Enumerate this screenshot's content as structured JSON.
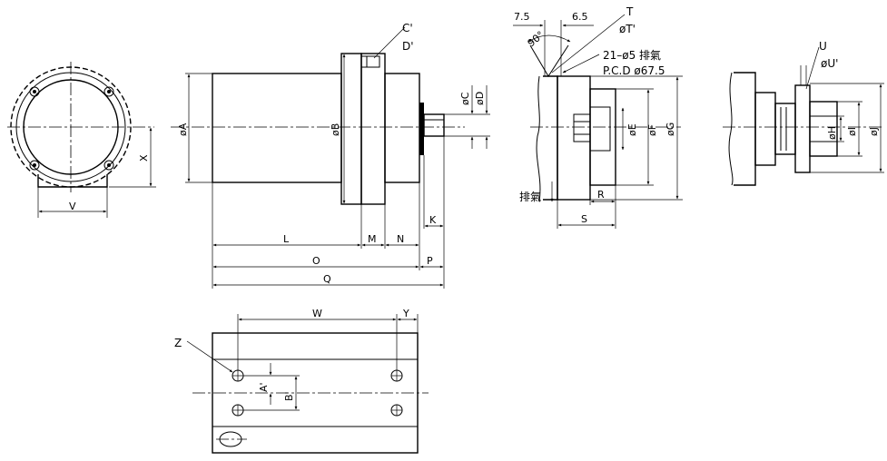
{
  "labels": {
    "V": "V",
    "X": "X",
    "A": "øA",
    "B": "øB",
    "C": "øC",
    "D": "øD",
    "L": "L",
    "M": "M",
    "N": "N",
    "K": "K",
    "P": "P",
    "O": "O",
    "Q": "Q",
    "C_prime": "C'",
    "D_prime": "D'",
    "dim_7_5": "7.5",
    "dim_6_5": "6.5",
    "T": "T",
    "T_prime": "øT'",
    "angle": "90°",
    "holes": "21–ø5 排氣",
    "pcd": "P.C.D  ø67.5",
    "E": "øE",
    "F": "øF",
    "G": "øG",
    "R": "R",
    "S": "S",
    "exhaust": "排氣",
    "U": "U",
    "U_prime": "øU'",
    "H": "øH",
    "I": "øI",
    "J": "øJ",
    "W": "W",
    "Y": "Y",
    "Z": "Z",
    "A_prime": "A'",
    "B_prime": "B'"
  }
}
